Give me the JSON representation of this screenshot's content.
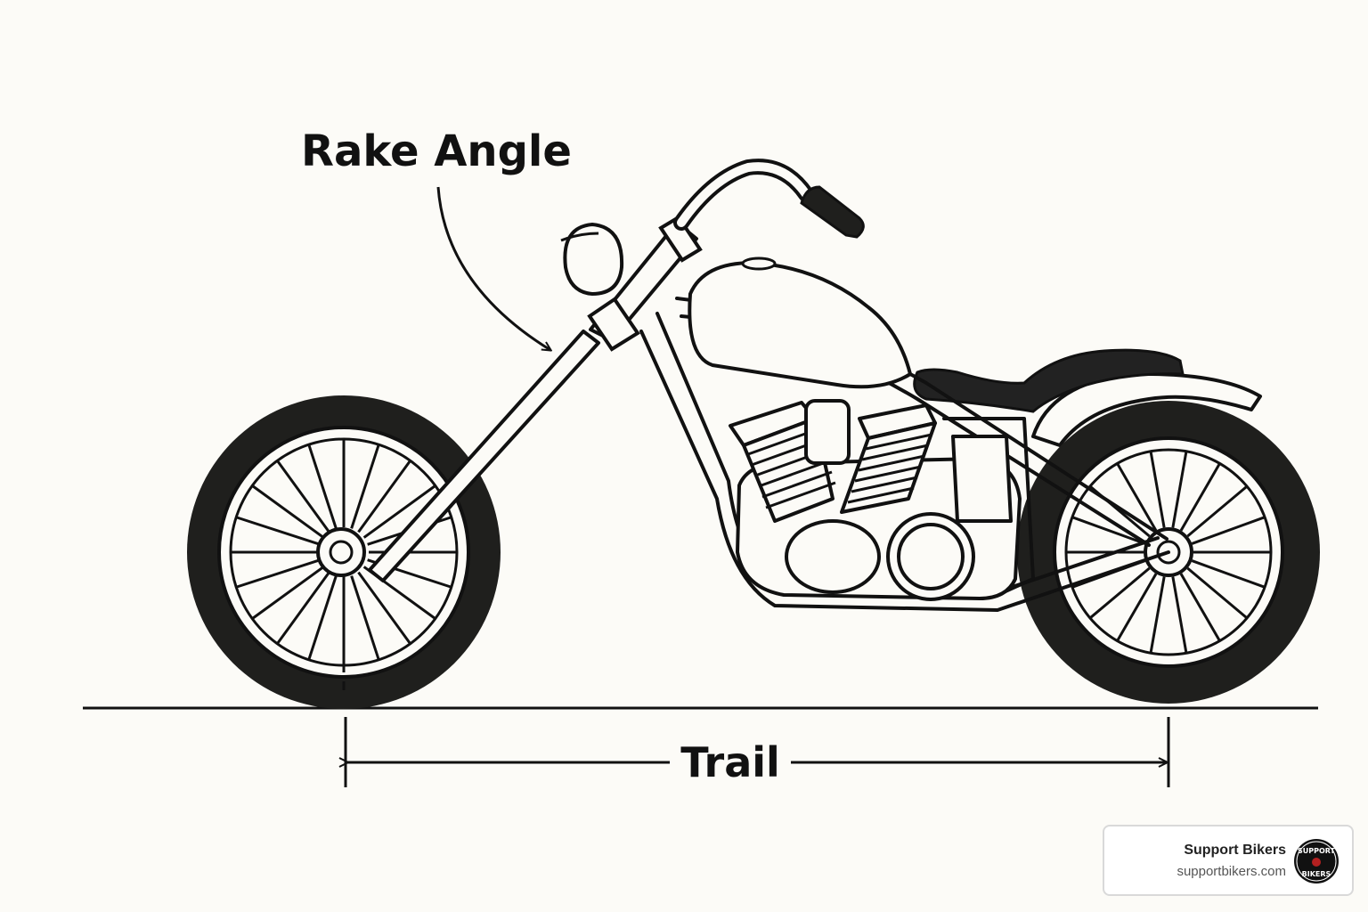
{
  "diagram": {
    "rake_label": "Rake Angle",
    "trail_label": "Trail"
  },
  "brand": {
    "name": "Support Bikers",
    "url": "supportbikers.com",
    "logo_text_top": "SUPPORT",
    "logo_text_bottom": "BIKERS"
  }
}
